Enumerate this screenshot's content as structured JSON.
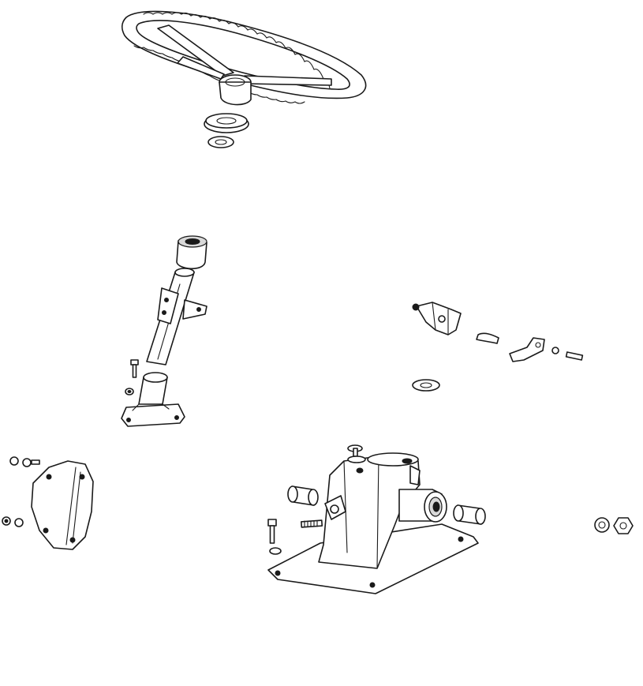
{
  "diagram": {
    "style": "exploded-view line drawing",
    "colors": {
      "background": "#ffffff",
      "line": "#1a1a1a",
      "shade": "#d9d9d9"
    },
    "parts": [
      "steering-wheel",
      "hub-cap",
      "washer",
      "steering-column-tube",
      "column-bushing",
      "mounting-bracket",
      "column-base",
      "linkage-bracket",
      "clip",
      "lever",
      "cover-plate",
      "gearbox-housing",
      "bushing-left",
      "bushing-right",
      "bolt",
      "nut"
    ]
  }
}
